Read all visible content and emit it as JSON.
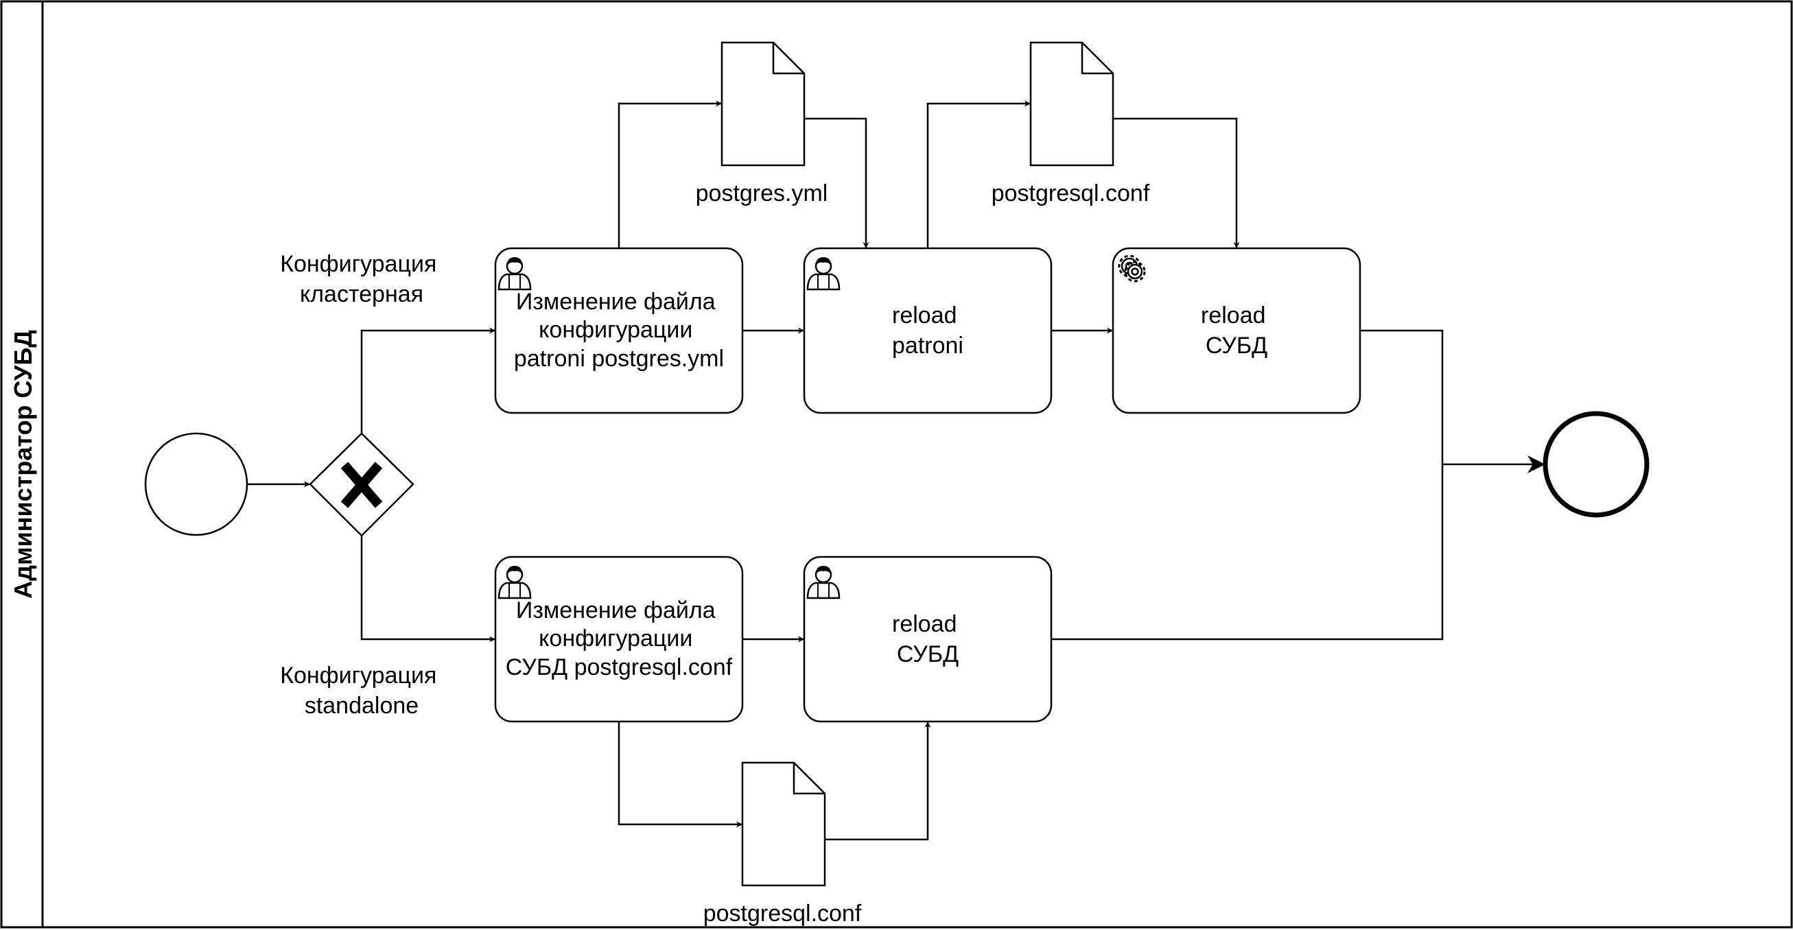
{
  "lane": {
    "title": "Администратор СУБД"
  },
  "flows": {
    "cluster_label": [
      "Конфигурация",
      "кластерная"
    ],
    "standalone_label": [
      "Конфигурация",
      "standalone"
    ]
  },
  "tasks": {
    "edit_patroni": {
      "lines": [
        "Изменение файла",
        "конфигурации",
        "patroni postgres.yml"
      ],
      "type": "user-task"
    },
    "reload_patroni": {
      "lines": [
        "reload",
        "patroni"
      ],
      "type": "user-task"
    },
    "reload_dbms_cluster": {
      "lines": [
        "reload",
        "СУБД"
      ],
      "type": "service-task"
    },
    "edit_postgresql": {
      "lines": [
        "Изменение файла",
        "конфигурации",
        "СУБД postgresql.conf"
      ],
      "type": "user-task"
    },
    "reload_dbms_standalone": {
      "lines": [
        "reload",
        "СУБД"
      ],
      "type": "user-task"
    }
  },
  "documents": {
    "postgres_yml": "postgres.yml",
    "postgresql_conf_top": "postgresql.conf",
    "postgresql_conf_bottom": "postgresql.conf"
  },
  "gateway": {
    "type": "exclusive",
    "symbol": "X"
  },
  "icons": {
    "user": "user-icon",
    "service": "gear-icon"
  },
  "colors": {
    "stroke": "#000000",
    "fill": "#ffffff"
  }
}
